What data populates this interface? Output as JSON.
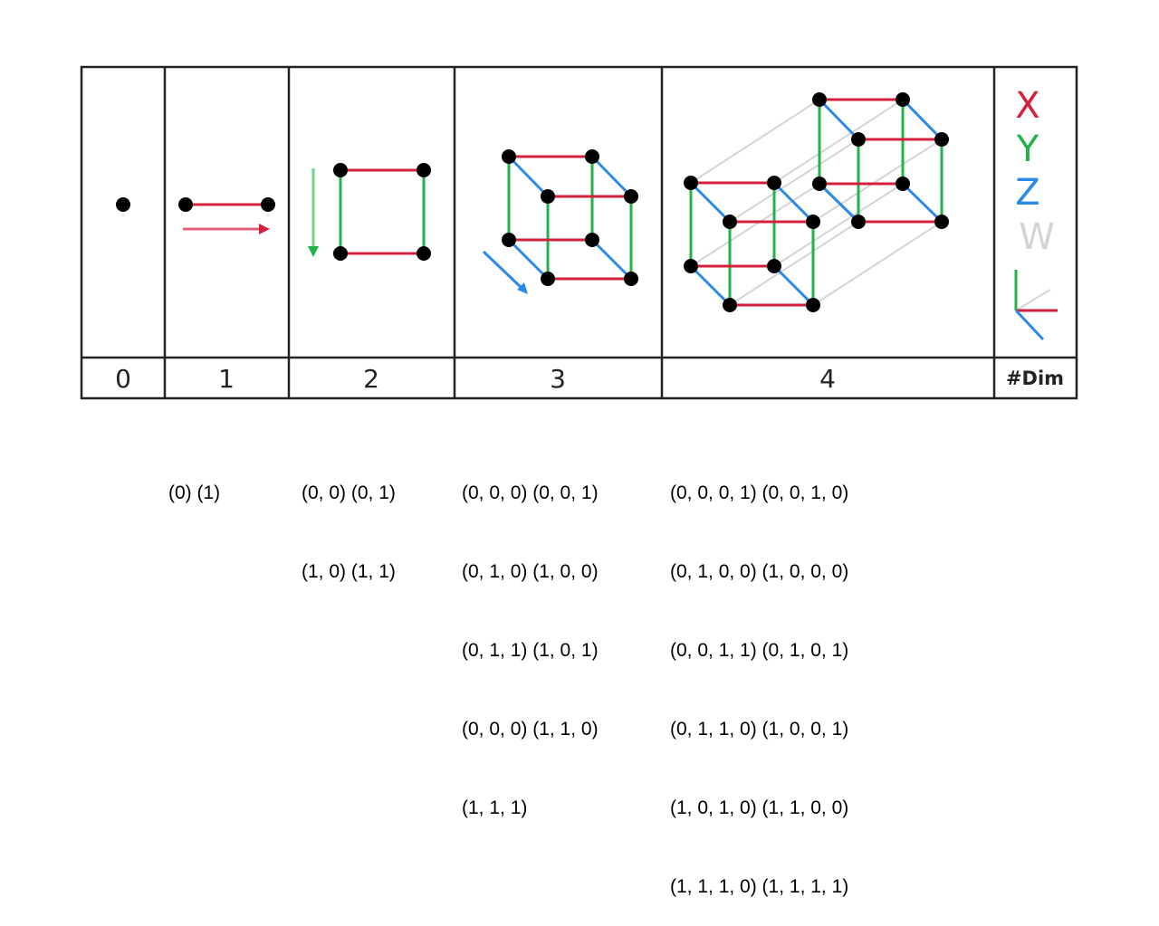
{
  "dimension_labels": [
    "0",
    "1",
    "2",
    "3",
    "4"
  ],
  "dim_header": "#Dim",
  "axis_legend": {
    "x": {
      "letter": "X",
      "color": "#d3203c"
    },
    "y": {
      "letter": "Y",
      "color": "#21b34a"
    },
    "z": {
      "letter": "Z",
      "color": "#2b8ae6"
    },
    "w": {
      "letter": "W",
      "color": "#d4d4d4"
    }
  },
  "coordinates": {
    "dim1": [
      "(0) (1)"
    ],
    "dim2": [
      "(0, 0) (0, 1)",
      "(1, 0) (1, 1)"
    ],
    "dim3": [
      "(0, 0, 0) (0, 0, 1)",
      "(0, 1, 0) (1, 0, 0)",
      "(0, 1, 1) (1, 0, 1)",
      "(0, 0, 0) (1, 1, 0)",
      "(1, 1, 1)"
    ],
    "dim4": [
      "(0, 0, 0, 1) (0, 0, 1, 0)",
      "(0, 1, 0, 0) (1, 0, 0, 0)",
      "(0, 0, 1, 1) (0, 1, 0, 1)",
      "(0, 1, 1, 0) (1, 0, 0, 1)",
      "(1, 0, 1, 0) (1, 1, 0, 0)",
      "(1, 1, 1, 0) (1, 1, 1, 1)"
    ]
  }
}
